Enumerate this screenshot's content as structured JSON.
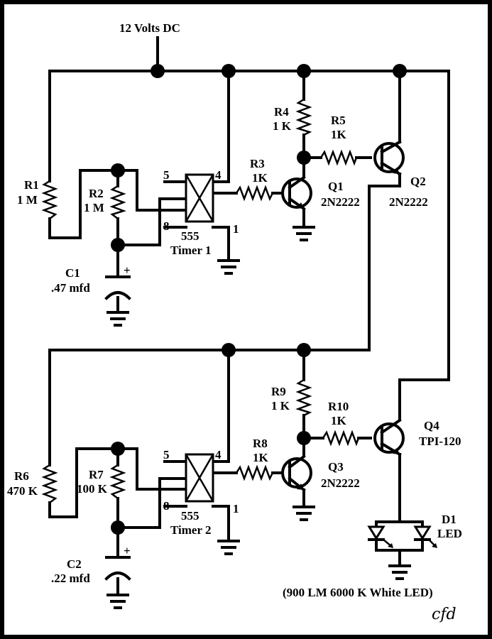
{
  "supply": {
    "label": "12 Volts DC"
  },
  "stage1": {
    "r1": {
      "name": "R1",
      "value": "1 M"
    },
    "r2": {
      "name": "R2",
      "value": "1 M"
    },
    "c1": {
      "name": "C1",
      "value": ".47 mfd",
      "polarity": "+"
    },
    "timer": {
      "part": "555",
      "name": "Timer 1",
      "pin5": "5",
      "pin4": "4",
      "pin8": "8",
      "pin1": "1"
    },
    "r3": {
      "name": "R3",
      "value": "1K"
    },
    "r4": {
      "name": "R4",
      "value": "1 K"
    },
    "r5": {
      "name": "R5",
      "value": "1K"
    },
    "q1": {
      "name": "Q1",
      "part": "2N2222"
    },
    "q2": {
      "name": "Q2",
      "part": "2N2222"
    }
  },
  "stage2": {
    "r6": {
      "name": "R6",
      "value": "470 K"
    },
    "r7": {
      "name": "R7",
      "value": "100 K"
    },
    "c2": {
      "name": "C2",
      "value": ".22 mfd",
      "polarity": "+"
    },
    "timer": {
      "part": "555",
      "name": "Timer 2",
      "pin5": "5",
      "pin4": "4",
      "pin8": "8",
      "pin1": "1"
    },
    "r8": {
      "name": "R8",
      "value": "1K"
    },
    "r9": {
      "name": "R9",
      "value": "1 K"
    },
    "r10": {
      "name": "R10",
      "value": "1K"
    },
    "q3": {
      "name": "Q3",
      "part": "2N2222"
    },
    "q4": {
      "name": "Q4",
      "part": "TPI-120"
    }
  },
  "led": {
    "name": "D1",
    "type": "LED",
    "note": "(900 LM 6000 K White LED)"
  },
  "signature": "cfd",
  "colors": {
    "ink": "#000000",
    "paper": "#ffffff"
  }
}
